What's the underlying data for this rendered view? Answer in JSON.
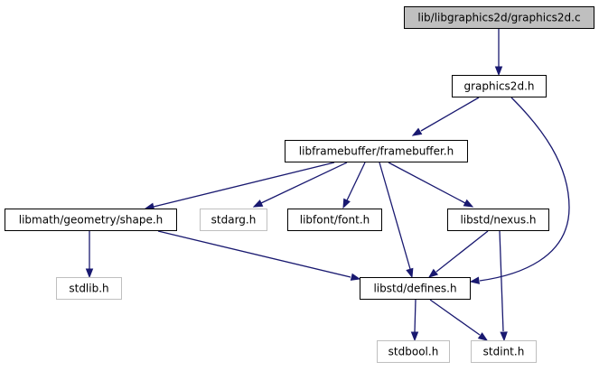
{
  "diagram": {
    "nodes": [
      {
        "id": "n0",
        "label": "lib/libgraphics2d/graphics2d.c",
        "style": "root"
      },
      {
        "id": "n1",
        "label": "graphics2d.h",
        "style": "normal"
      },
      {
        "id": "n2",
        "label": "libframebuffer/framebuffer.h",
        "style": "normal"
      },
      {
        "id": "n3",
        "label": "libmath/geometry/shape.h",
        "style": "normal"
      },
      {
        "id": "n4",
        "label": "stdarg.h",
        "style": "external"
      },
      {
        "id": "n5",
        "label": "libfont/font.h",
        "style": "normal"
      },
      {
        "id": "n6",
        "label": "libstd/nexus.h",
        "style": "normal"
      },
      {
        "id": "n7",
        "label": "stdlib.h",
        "style": "external"
      },
      {
        "id": "n8",
        "label": "libstd/defines.h",
        "style": "normal"
      },
      {
        "id": "n9",
        "label": "stdbool.h",
        "style": "external"
      },
      {
        "id": "n10",
        "label": "stdint.h",
        "style": "external"
      }
    ],
    "edges": [
      {
        "from": "n0",
        "to": "n1"
      },
      {
        "from": "n1",
        "to": "n2"
      },
      {
        "from": "n1",
        "to": "n8"
      },
      {
        "from": "n2",
        "to": "n3"
      },
      {
        "from": "n2",
        "to": "n4"
      },
      {
        "from": "n2",
        "to": "n5"
      },
      {
        "from": "n2",
        "to": "n6"
      },
      {
        "from": "n2",
        "to": "n8"
      },
      {
        "from": "n3",
        "to": "n7"
      },
      {
        "from": "n3",
        "to": "n8"
      },
      {
        "from": "n6",
        "to": "n8"
      },
      {
        "from": "n6",
        "to": "n10"
      },
      {
        "from": "n8",
        "to": "n9"
      },
      {
        "from": "n8",
        "to": "n10"
      }
    ],
    "colors": {
      "edge": "#191970",
      "root_fill": "#bfbfbf",
      "external_border": "#bfbfbf",
      "node_border": "#000000"
    }
  }
}
